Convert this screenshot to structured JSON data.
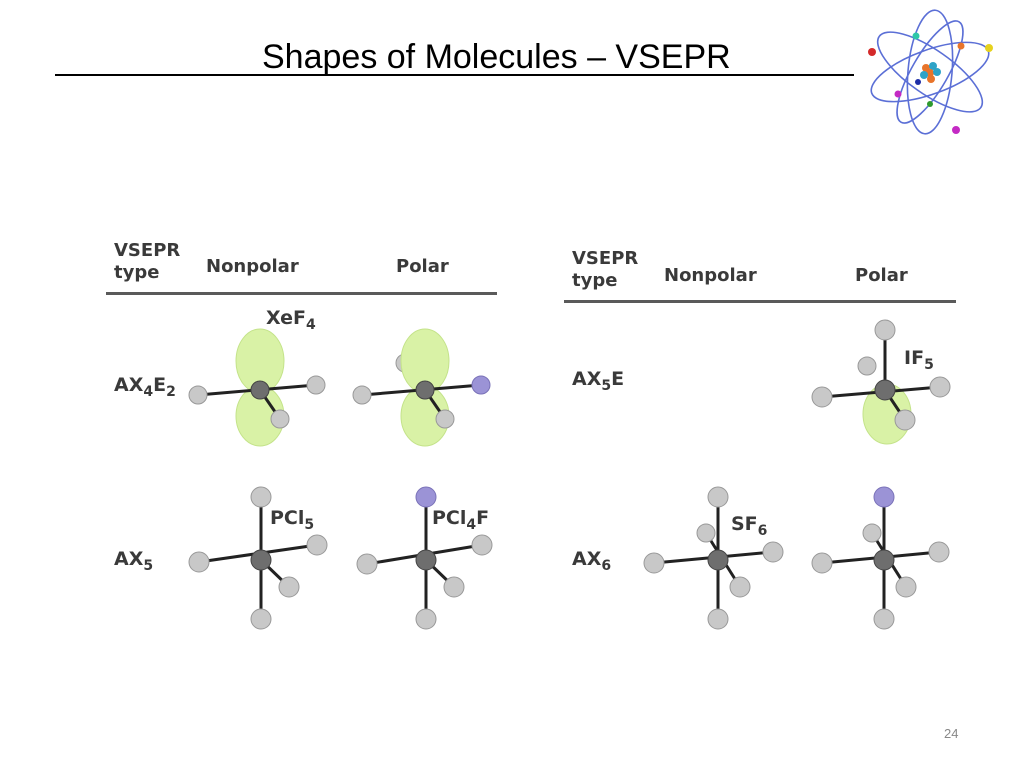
{
  "slide": {
    "title": "Shapes of Molecules – VSEPR",
    "page_number": "24"
  },
  "left_table": {
    "header": {
      "type_line1": "VSEPR",
      "type_line2": "type",
      "nonpolar": "Nonpolar",
      "polar": "Polar"
    },
    "rows": [
      {
        "type": "AX",
        "sub1": "4",
        "type2": "E",
        "sub2": "2",
        "nonpolar_molecule": "XeF",
        "nonpolar_sub": "4",
        "polar_molecule": ""
      },
      {
        "type": "AX",
        "sub1": "5",
        "nonpolar_molecule": "PCl",
        "nonpolar_sub": "5",
        "polar_molecule": "PCl",
        "polar_sub": "4",
        "polar_suffix": "F"
      }
    ]
  },
  "right_table": {
    "header": {
      "type_line1": "VSEPR",
      "type_line2": "type",
      "nonpolar": "Nonpolar",
      "polar": "Polar"
    },
    "rows": [
      {
        "type": "AX",
        "sub1": "5",
        "type2": "E",
        "polar_molecule": "IF",
        "polar_sub": "5"
      },
      {
        "type": "AX",
        "sub1": "6",
        "nonpolar_molecule": "SF",
        "nonpolar_sub": "6"
      }
    ]
  },
  "colors": {
    "lone_pair": "#d9f2a6",
    "ligand": "#c8c8c8",
    "central": "#6e6e6e",
    "substituent": "#9b93d6",
    "rule": "#5a5a5a"
  }
}
